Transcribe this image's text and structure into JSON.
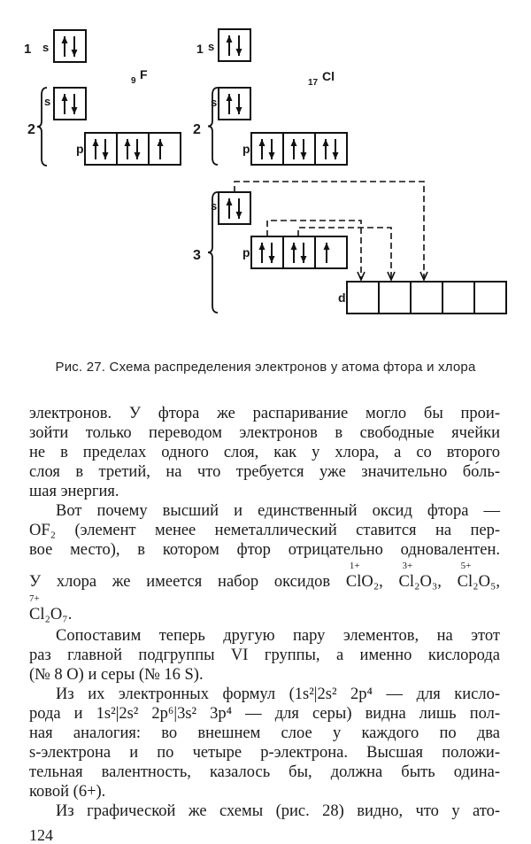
{
  "figure": {
    "fluorine": {
      "label_number": "9",
      "label_symbol": "F",
      "shells": [
        {
          "number": "1",
          "subshells": [
            {
              "label": "s",
              "cells": [
                "up-down"
              ]
            }
          ]
        },
        {
          "number": "2",
          "subshells": [
            {
              "label": "s",
              "cells": [
                "up-down"
              ]
            },
            {
              "label": "p",
              "cells": [
                "up-down",
                "up-down",
                "up"
              ]
            }
          ]
        }
      ]
    },
    "chlorine": {
      "label_number": "17",
      "label_symbol": "Cl",
      "shells": [
        {
          "number": "1",
          "subshells": [
            {
              "label": "s",
              "cells": [
                "up-down"
              ]
            }
          ]
        },
        {
          "number": "2",
          "subshells": [
            {
              "label": "s",
              "cells": [
                "up-down"
              ]
            },
            {
              "label": "p",
              "cells": [
                "up-down",
                "up-down",
                "up-down"
              ]
            }
          ]
        },
        {
          "number": "3",
          "subshells": [
            {
              "label": "s",
              "cells": [
                "up-down"
              ]
            },
            {
              "label": "p",
              "cells": [
                "up-down",
                "up-down",
                "up"
              ]
            },
            {
              "label": "d",
              "cells": [
                "empty",
                "empty",
                "empty",
                "empty",
                "empty"
              ]
            }
          ]
        }
      ],
      "transitions": [
        {
          "from": "3s",
          "to": "3d cell 3"
        },
        {
          "from": "3p cell 1",
          "to": "3d cell 1"
        },
        {
          "from": "3p cell 2",
          "to": "3d cell 2"
        }
      ]
    },
    "caption": "Рис. 27. Схема распределения электронов у атома фтора и хлора"
  },
  "text": {
    "l1": "электронов. У фтора же распаривание могло бы прои-",
    "l2": "зойти только переводом электронов в свободные ячейки",
    "l3": "не в пределах одного слоя, как у хлора, а со второго",
    "l4": "слоя в третий, на что требуется уже значительно бо́ль-",
    "l5": "шая энергия.",
    "l6": "Вот почему высший и единственный оксид фтора —",
    "l7": "OF₂ (элемент менее неметаллический ставится на пер-",
    "l8": "вое место), в котором фтор отрицательно одновалентен.",
    "l9_text": "У хлора же имеется набор оксидов",
    "oxides": [
      {
        "formula": "ClO₂,",
        "state": "1+"
      },
      {
        "formula": "Cl₂O₃,",
        "state": "3+"
      },
      {
        "formula": "Cl₂O₅,",
        "state": "5+"
      },
      {
        "formula": "Cl₂O₇.",
        "state": "7+"
      }
    ],
    "l11": "Сопоставим теперь другую пару элементов, на этот",
    "l12": "раз главной подгруппы VI группы, а именно кислорода",
    "l13": "(№ 8 O) и серы (№ 16 S).",
    "l14": "Из их электронных формул (1s²|2s² 2p⁴ — для кисло-",
    "l15": "рода и 1s²|2s² 2p⁶|3s² 3p⁴ — для серы) видна лишь пол-",
    "l16": "ная аналогия: во внешнем слое у каждого по два",
    "l17": "s-электрона и по четыре p-электрона. Высшая положи-",
    "l18": "тельная валентность, казалось бы, должна быть одина-",
    "l19": "ковой (6+).",
    "l20": "Из графической же схемы (рис. 28) видно, что у ато-"
  },
  "page_number": "124"
}
